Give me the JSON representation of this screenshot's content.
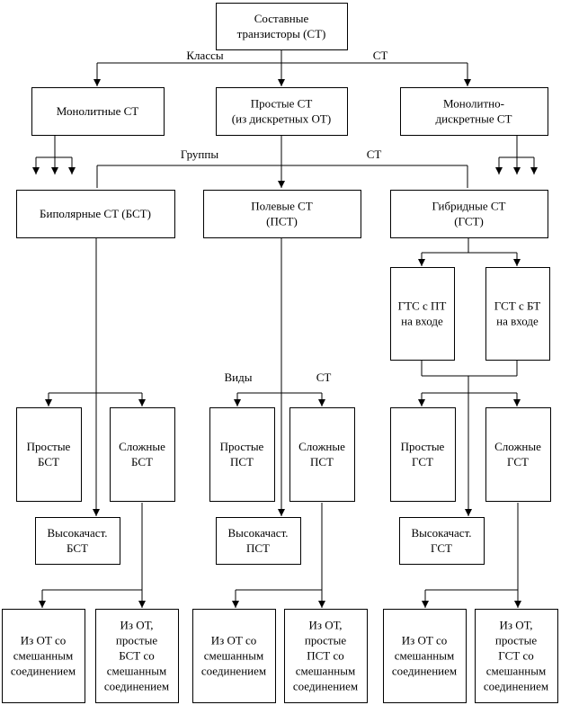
{
  "nodes": {
    "root": {
      "lines": [
        "Составные",
        "транзисторы (СТ)"
      ]
    },
    "mono": {
      "lines": [
        "Монолитные СТ"
      ]
    },
    "simple": {
      "lines": [
        "Простые СТ",
        "(из дискретных ОТ)"
      ]
    },
    "monodisc": {
      "lines": [
        "Монолитно-",
        "дискретные СТ"
      ]
    },
    "bst": {
      "lines": [
        "Биполярные СТ (БСТ)"
      ]
    },
    "pst": {
      "lines": [
        "Полевые СТ",
        "(ПСТ)"
      ]
    },
    "gst": {
      "lines": [
        "Гибридные СТ",
        "(ГСТ)"
      ]
    },
    "gts_pt": {
      "lines": [
        "ГТС с ПТ",
        "на входе"
      ]
    },
    "gst_bt": {
      "lines": [
        "ГСТ с БТ",
        "на входе"
      ]
    },
    "bst_simple": {
      "lines": [
        "Простые",
        "БСТ"
      ]
    },
    "bst_complex": {
      "lines": [
        "Сложные",
        "БСТ"
      ]
    },
    "bst_hq": {
      "lines": [
        "Высокачаст.",
        "БСТ"
      ]
    },
    "pst_simple": {
      "lines": [
        "Простые",
        "ПСТ"
      ]
    },
    "pst_complex": {
      "lines": [
        "Сложные",
        "ПСТ"
      ]
    },
    "pst_hq": {
      "lines": [
        "Высокачаст.",
        "ПСТ"
      ]
    },
    "gst_simple": {
      "lines": [
        "Простые",
        "ГСТ"
      ]
    },
    "gst_complex": {
      "lines": [
        "Сложные",
        "ГСТ"
      ]
    },
    "gst_hq": {
      "lines": [
        "Высокачаст.",
        "ГСТ"
      ]
    },
    "b_mixed": {
      "lines": [
        "Из ОТ со",
        "смешанным",
        "соединением"
      ]
    },
    "b_simple_mixed": {
      "lines": [
        "Из ОТ,",
        "простые",
        "БСТ со",
        "смешанным",
        "соединением"
      ]
    },
    "p_mixed": {
      "lines": [
        "Из ОТ со",
        "смешанным",
        "соединением"
      ]
    },
    "p_simple_mixed": {
      "lines": [
        "Из ОТ,",
        "простые",
        "ПСТ со",
        "смешанным",
        "соединением"
      ]
    },
    "g_mixed": {
      "lines": [
        "Из ОТ со",
        "смешанным",
        "соединением"
      ]
    },
    "g_simple_mixed": {
      "lines": [
        "Из ОТ,",
        "простые",
        "ГСТ со",
        "смешанным",
        "соединением"
      ]
    }
  },
  "labels": {
    "classes": "Классы",
    "st_classes": "СТ",
    "groups": "Группы",
    "st_groups": "СТ",
    "kinds": "Виды",
    "st_kinds": "СТ"
  }
}
